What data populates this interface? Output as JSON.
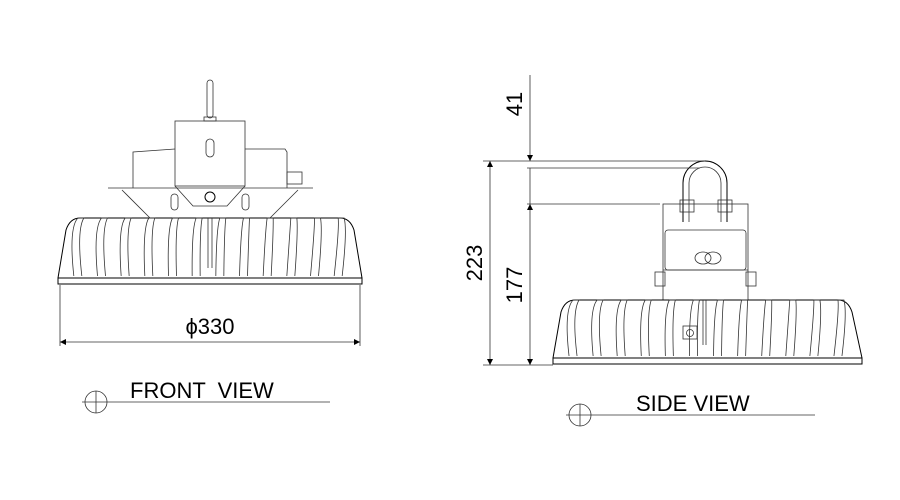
{
  "front_view": {
    "title": "FRONT  VIEW",
    "diameter_dim": "ϕ330"
  },
  "side_view": {
    "title": "SIDE VIEW",
    "dim_top": "41",
    "dim_total": "223",
    "dim_body": "177"
  },
  "colors": {
    "line": "#000000",
    "background": "#ffffff"
  }
}
